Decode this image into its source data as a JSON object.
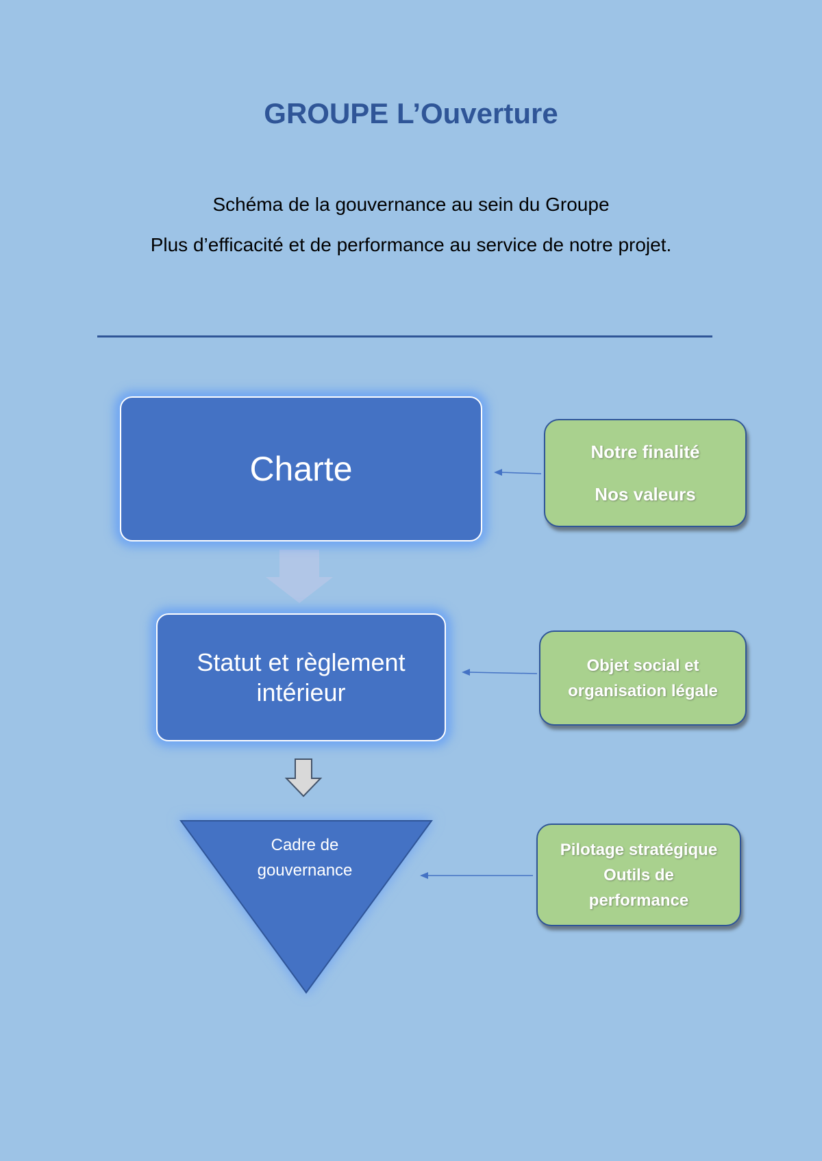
{
  "header": {
    "title": "GROUPE L’Ouverture",
    "subtitle_line1": "Schéma de la gouvernance au sein du Groupe",
    "subtitle_line2": "Plus d’efficacité et de performance au service de notre projet."
  },
  "diagram": {
    "charte": {
      "label": "Charte"
    },
    "statut": {
      "label": "Statut et règlement intérieur"
    },
    "cadre": {
      "line1": "Cadre de",
      "line2": "gouvernance"
    },
    "notes": {
      "finalite": {
        "line1": "Notre finalité",
        "line2": "Nos valeurs"
      },
      "objet": {
        "line1": "Objet social et",
        "line2": "organisation légale"
      },
      "pilotage": {
        "line1": "Pilotage stratégique",
        "line2": "Outils de",
        "line3": "performance"
      }
    }
  },
  "colors": {
    "background": "#9dc3e6",
    "title": "#2f5597",
    "blue_shape": "#4472c4",
    "green_note": "#a9d18e"
  }
}
